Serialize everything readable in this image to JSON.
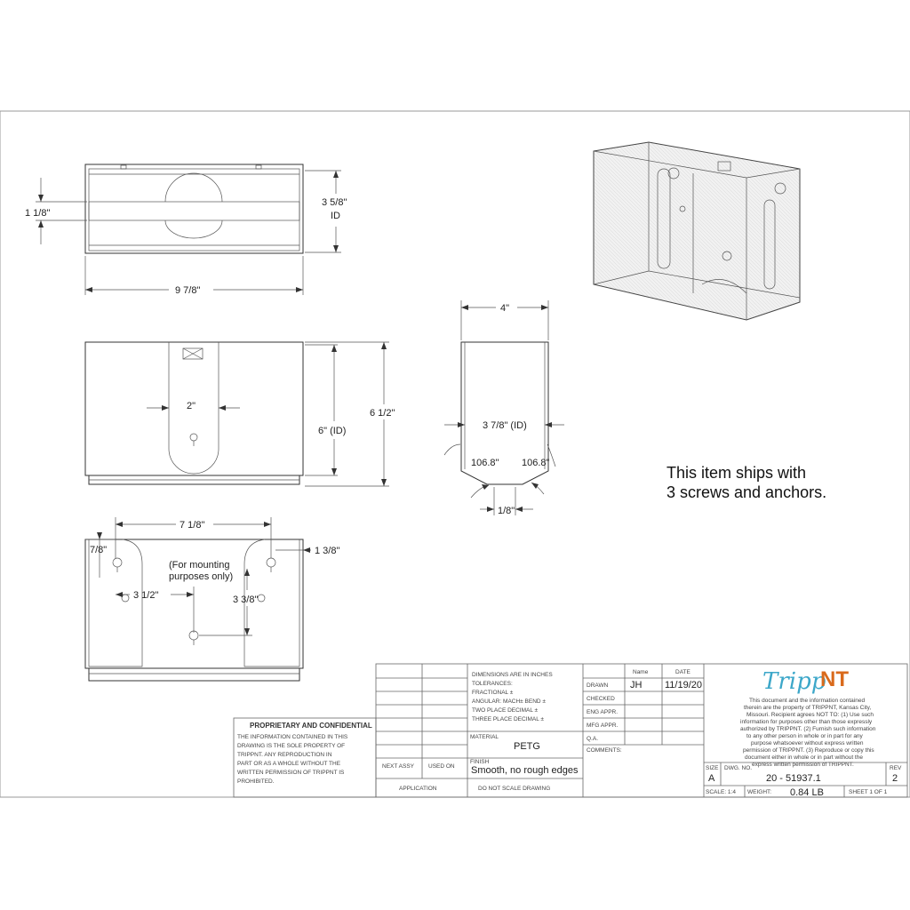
{
  "dimensions": {
    "top_slot": "1 1/8\"",
    "top_id_value": "3 5/8\"",
    "top_id_label": "ID",
    "top_width": "9 7/8\"",
    "side_depth": "4\"",
    "front_slot": "2\"",
    "front_height_id": "6\" (ID)",
    "front_height": "6 1/2\"",
    "side_inner_depth": "3 7/8\" (ID)",
    "angle_left": "106.8\"",
    "angle_right": "106.8\"",
    "side_bottom_gap": "1/8\"",
    "back_hole_spacing": "7 1/8\"",
    "back_left_offset": "7/8\"",
    "back_right_offset": "1 3/8\"",
    "back_mount_note_line1": "(For mounting",
    "back_mount_note_line2": "purposes only)",
    "back_center_offset": "3 1/2\"",
    "back_vertical": "3 3/8\""
  },
  "note": {
    "line1": "This item ships with",
    "line2": "3 screws and anchors."
  },
  "proprietary": {
    "title": "PROPRIETARY AND CONFIDENTIAL",
    "lines": [
      "THE INFORMATION CONTAINED IN THIS",
      "DRAWING IS THE SOLE PROPERTY OF",
      "TRIPPNT.  ANY REPRODUCTION IN",
      "PART OR AS A WHOLE WITHOUT THE",
      "WRITTEN PERMISSION OF TRIPPNT IS",
      "PROHIBITED."
    ]
  },
  "title_block": {
    "next_assy": "NEXT ASSY",
    "used_on": "USED ON",
    "application": "APPLICATION",
    "tolerance_lines": [
      "DIMENSIONS ARE IN INCHES",
      "TOLERANCES:",
      "FRACTIONAL ±",
      "ANGULAR: MACH±    BEND ±",
      "TWO PLACE DECIMAL    ±",
      "THREE PLACE DECIMAL  ±"
    ],
    "material_label": "MATERIAL",
    "material": "PETG",
    "finish_label": "FINISH",
    "finish": "Smooth, no rough edges",
    "do_not_scale": "DO  NOT  SCALE  DRAWING",
    "col_name": "Name",
    "col_date": "DATE",
    "drawn_label": "DRAWN",
    "drawn_name": "JH",
    "drawn_date": "11/19/20",
    "checked_label": "CHECKED",
    "eng_label": "ENG APPR.",
    "mfg_label": "MFG APPR.",
    "qa_label": "Q.A.",
    "comments_label": "COMMENTS:",
    "logo_left": "Tripp",
    "logo_right": "NT",
    "disclaimer": [
      "This document and the information contained",
      "therein are the property of TRIPPNT, Kansas City,",
      "Missouri. Recipient agrees NOT TO: (1) Use such",
      "information for purposes other than those expressly",
      "authorized by TRIPPNT. (2) Furnish such information",
      "to any other person in whole or in part for any",
      "purpose whatsoever without express  written",
      "permission of TRIPPNT. (3) Reproduce or copy this",
      "document either in whole or in part without the",
      "express written permission of TRIPPNT."
    ],
    "size_label": "SIZE",
    "size": "A",
    "dwg_no_label": "DWG.  NO.",
    "dwg_no": "20 - 51937.1",
    "rev_label": "REV",
    "rev": "2",
    "scale_label": "SCALE: 1:4",
    "weight_label": "WEIGHT:",
    "weight": "0.84 LB",
    "sheet_label": "SHEET 1 OF 1"
  }
}
